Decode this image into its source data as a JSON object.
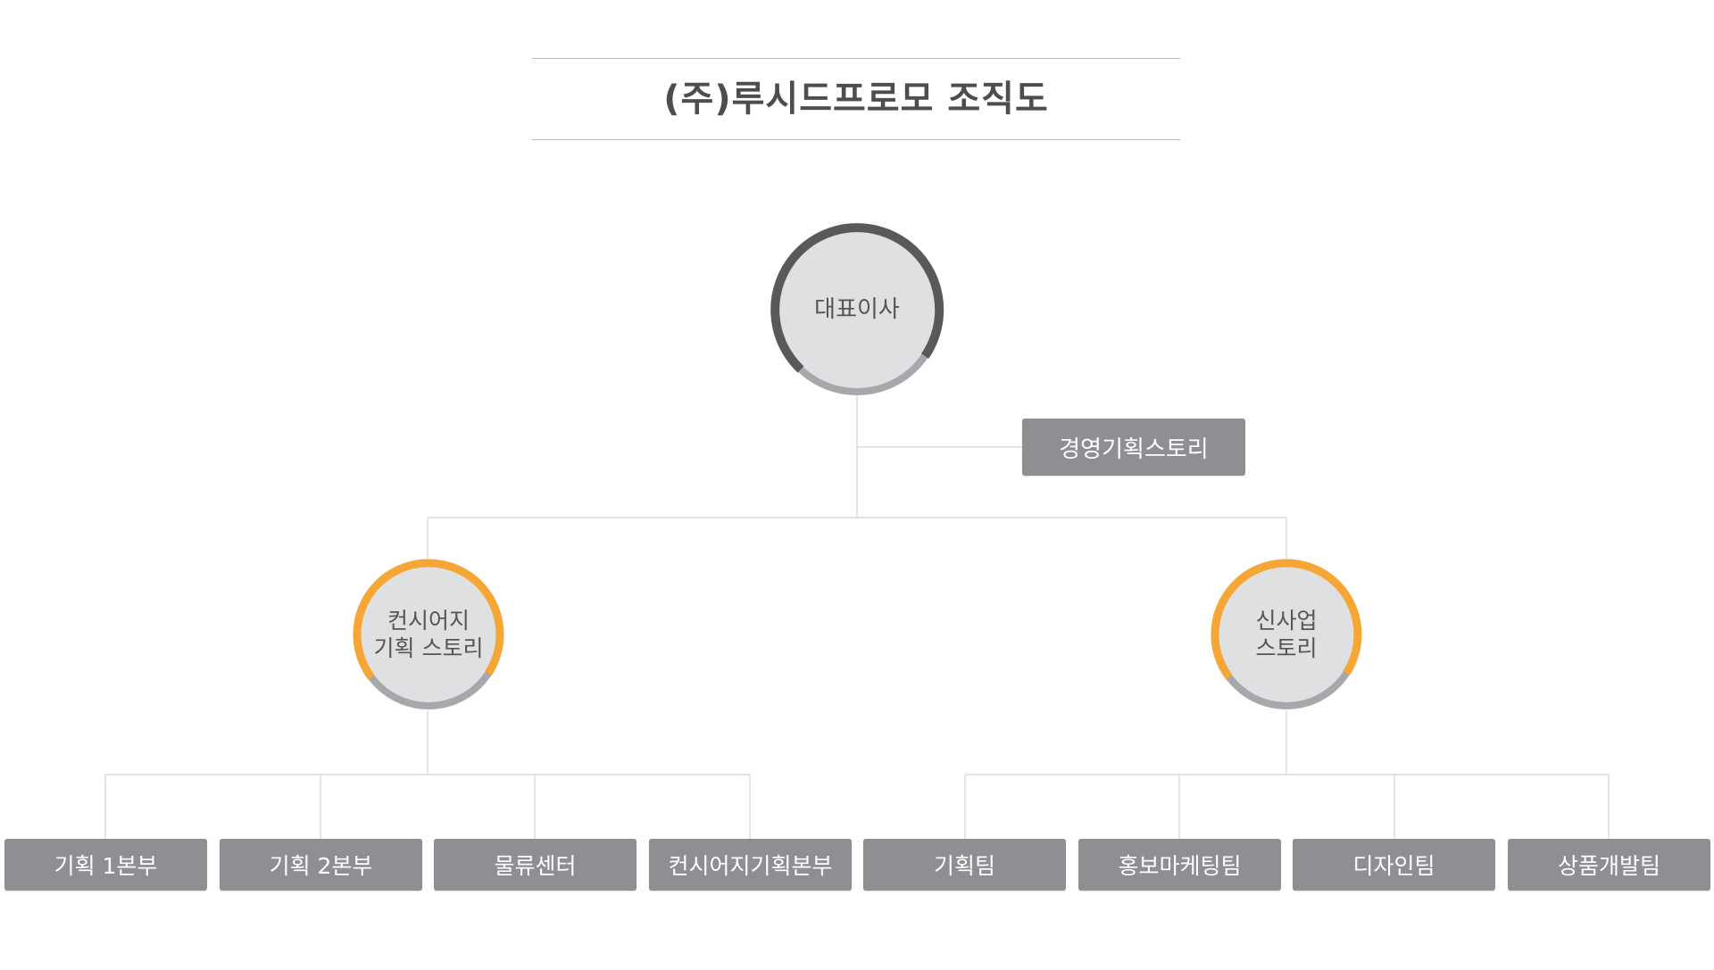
{
  "title": "(주)루시드프로모 조직도",
  "colors": {
    "dark_ring": "#58595b",
    "grey_ring": "#a7a8ab",
    "orange_ring": "#f5a634",
    "node_fill": "#dfe0e2",
    "box_fill": "#8e8f93",
    "connector": "#dcdcdc"
  },
  "ceo": {
    "label": "대표이사"
  },
  "staff": {
    "label": "경영기획스토리"
  },
  "divisions": [
    {
      "line1": "컨시어지",
      "line2": "기획 스토리"
    },
    {
      "line1": "신사업",
      "line2": "스토리"
    }
  ],
  "teams": [
    {
      "label": "기획 1본부"
    },
    {
      "label": "기획 2본부"
    },
    {
      "label": "물류센터"
    },
    {
      "label": "컨시어지기획본부"
    },
    {
      "label": "기획팀"
    },
    {
      "label": "홍보마케팅팀"
    },
    {
      "label": "디자인팀"
    },
    {
      "label": "상품개발팀"
    }
  ]
}
